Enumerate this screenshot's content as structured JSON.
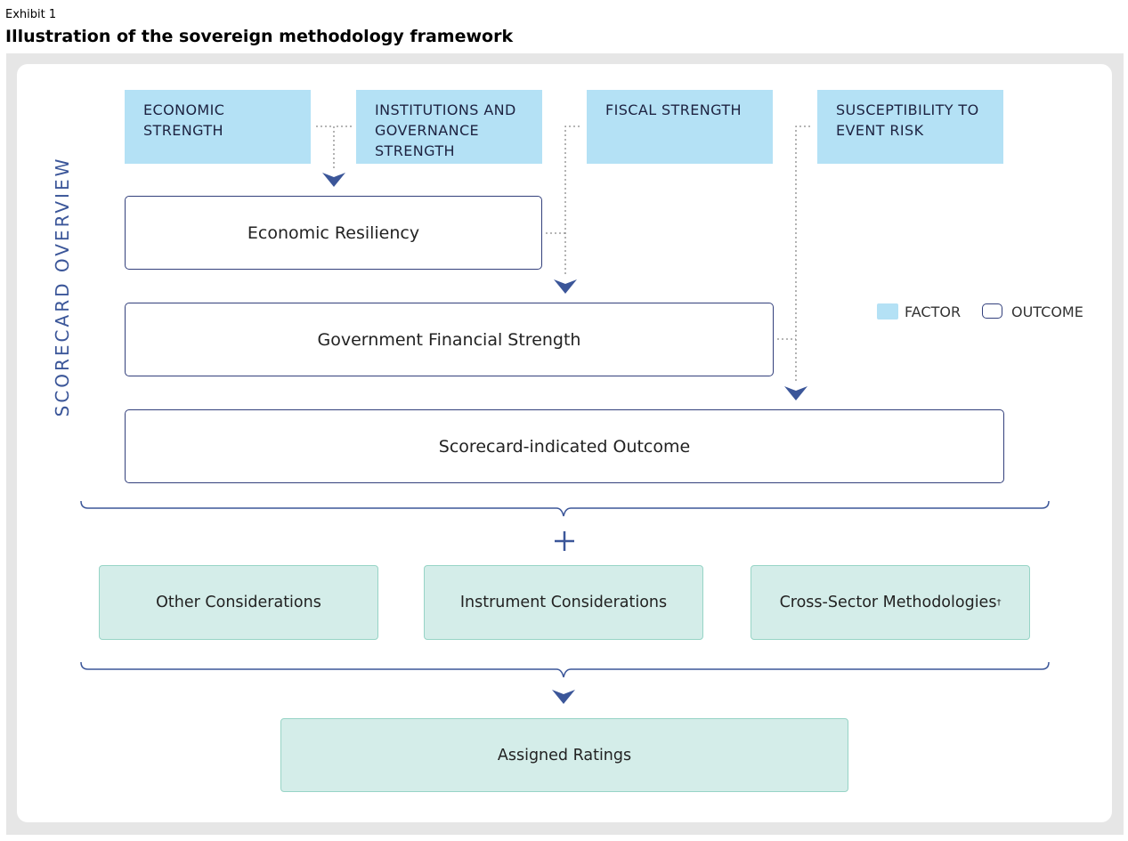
{
  "exhibit": {
    "label": "Exhibit 1",
    "title": "Illustration of the sovereign methodology framework"
  },
  "side_label": "SCORECARD OVERVIEW",
  "factors": [
    {
      "label": "ECONOMIC STRENGTH"
    },
    {
      "label": "INSTITUTIONS AND GOVERNANCE STRENGTH"
    },
    {
      "label": "FISCAL STRENGTH"
    },
    {
      "label": "SUSCEPTIBILITY TO EVENT RISK"
    }
  ],
  "outcomes": [
    {
      "label": "Economic Resiliency"
    },
    {
      "label": "Government Financial Strength"
    },
    {
      "label": "Scorecard-indicated Outcome"
    }
  ],
  "plus_sign": "+",
  "considerations": [
    {
      "label": "Other Considerations"
    },
    {
      "label": "Instrument Considerations"
    },
    {
      "label": "Cross-Sector Methodologies",
      "footnote_mark": "†"
    }
  ],
  "final": {
    "label": "Assigned Ratings"
  },
  "legend": {
    "factor": "FACTOR",
    "outcome": "OUTCOME"
  },
  "colors": {
    "factor_fill": "#b4e1f5",
    "outcome_border": "#33407c",
    "consideration_fill": "#d4ede9",
    "consideration_border": "#97d4c6",
    "arrow": "#3b5699",
    "side_label": "#3b5699"
  }
}
